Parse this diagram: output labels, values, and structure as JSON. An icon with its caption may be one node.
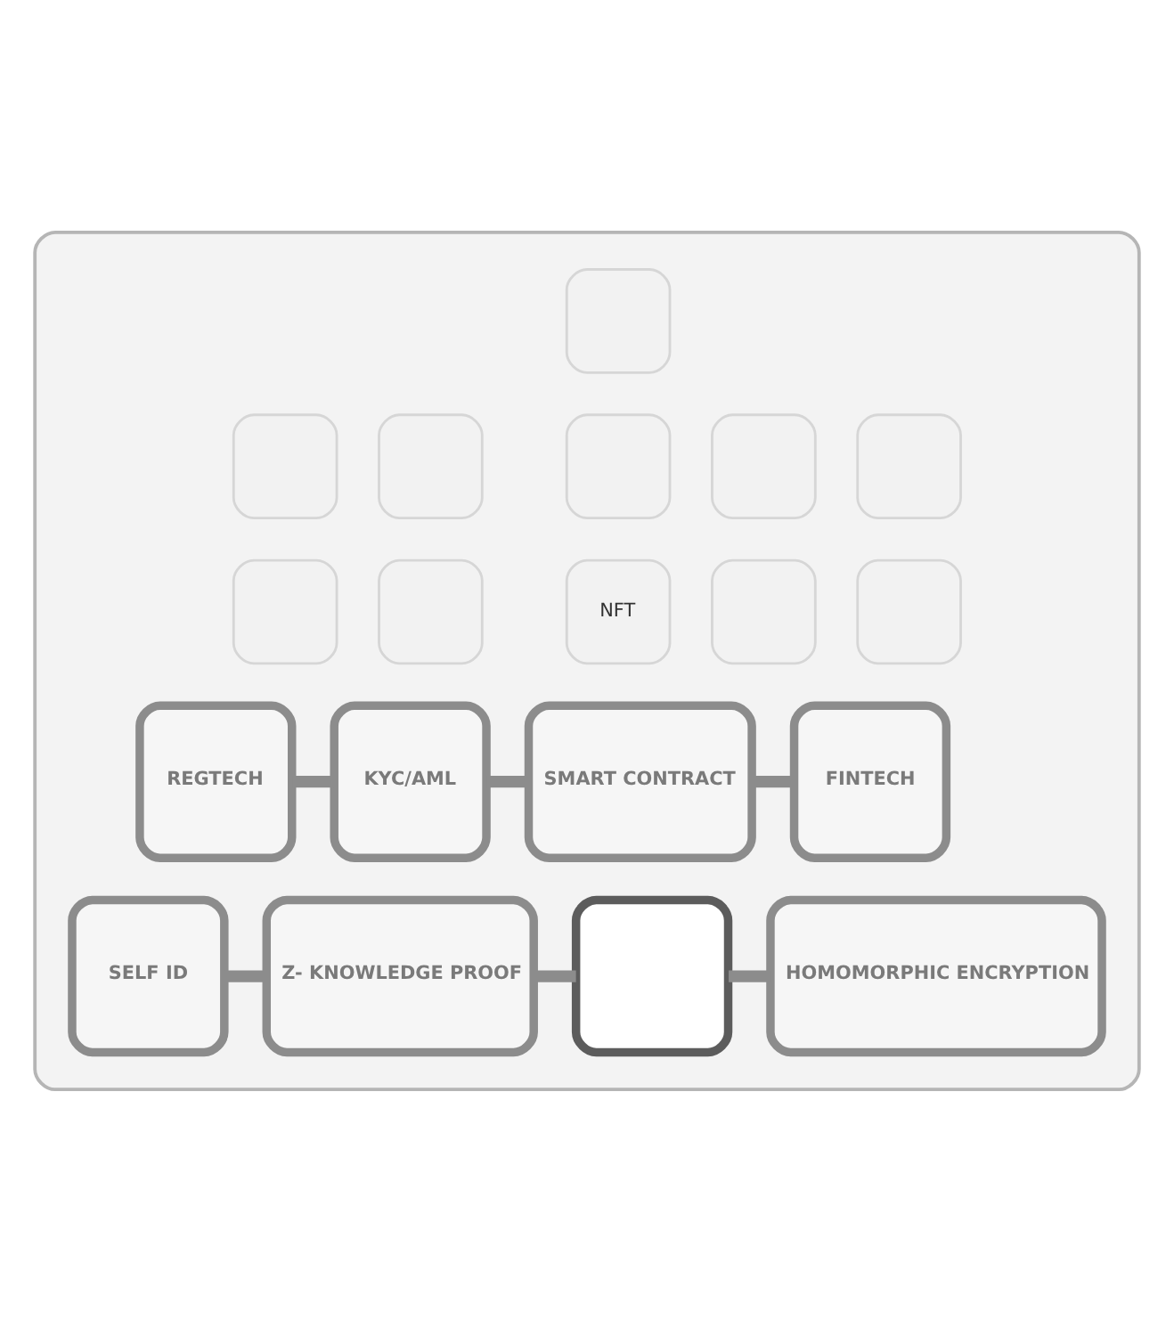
{
  "diagram": {
    "nodes": [
      {
        "text": [],
        "shape": "house"
      },
      {
        "text": [],
        "shape": "box",
        "in": 0
      },
      {
        "text": [],
        "shape": "box",
        "in": 0
      },
      {
        "text": [],
        "shape": "box",
        "in": 0
      },
      {
        "text": [],
        "shape": "box",
        "in": 0
      },
      {
        "text": [],
        "shape": "box",
        "in": 0
      },
      {
        "text": [],
        "shape": "box",
        "in": 0
      },
      {
        "text": [],
        "shape": "box",
        "in": 0
      },
      {
        "text": [],
        "shape": "box",
        "in": 0
      },
      {
        "text": [
          "NFT"
        ],
        "in": 0
      },
      {
        "text": [],
        "shape": "box",
        "in": 0
      },
      {
        "text": [],
        "shape": "box",
        "in": 0
      },
      {
        "text": [
          "REGTECH"
        ],
        "in": 0
      },
      {
        "text": [
          "KYC/AML"
        ],
        "in": 0
      },
      {
        "text": [
          "SMART CONTRACT"
        ],
        "in": 0
      },
      {
        "text": [
          "FINTECH"
        ],
        "in": 0
      },
      {
        "text": [
          "SELF ID"
        ],
        "in": 0
      },
      {
        "text": [
          "Z- KNOWLEDGE PROOF"
        ],
        "in": 0
      },
      {
        "text": [],
        "shape": "box",
        "in": 0
      },
      {
        "text": [
          "HOMOMORPHIC ENCRYPTION"
        ],
        "in": 0
      }
    ],
    "edges": [
      {
        "from": 12,
        "to": 13,
        "arrow": "none"
      },
      {
        "from": 13,
        "to": 14,
        "arrow": "none"
      },
      {
        "from": 14,
        "to": 15,
        "arrow": "none"
      },
      {
        "from": 16,
        "to": 17,
        "arrow": "none"
      },
      {
        "from": 17,
        "to": 18,
        "arrow": "none"
      },
      {
        "from": 18,
        "to": 19,
        "arrow": "none"
      }
    ]
  }
}
